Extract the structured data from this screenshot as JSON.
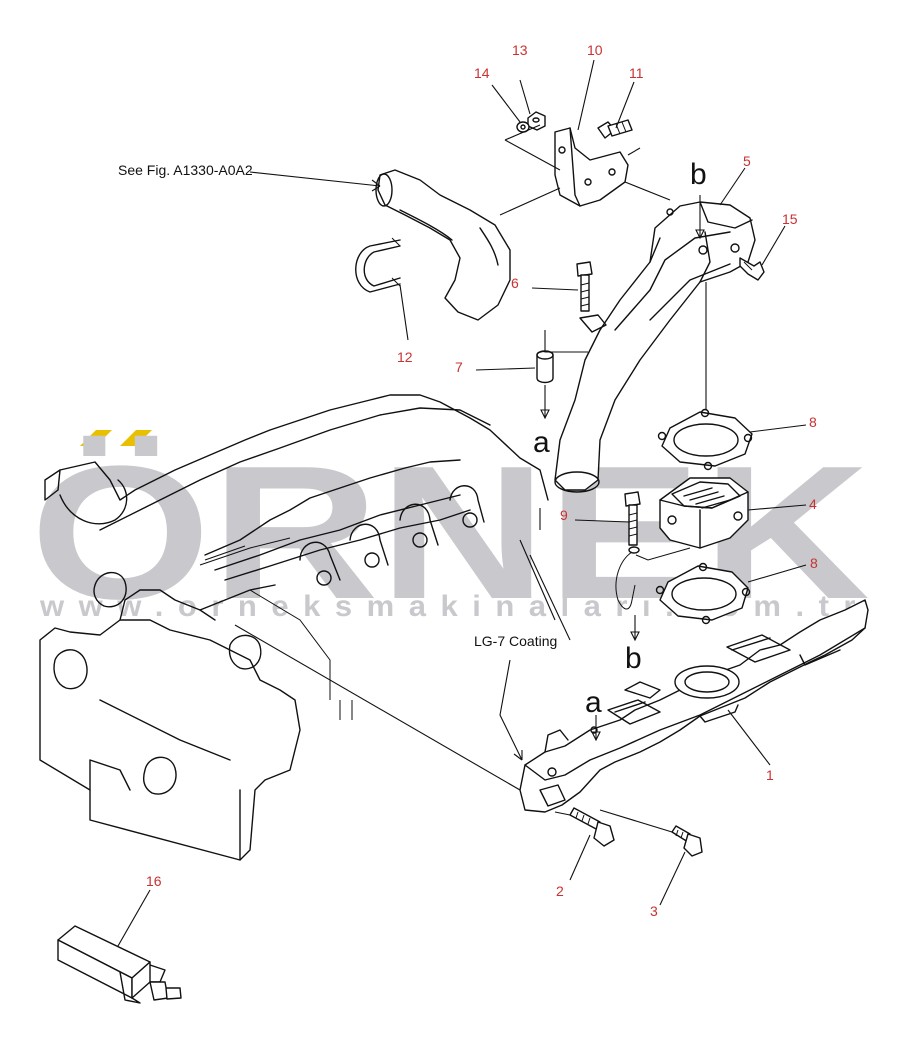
{
  "diagram": {
    "watermark": {
      "brand": "ÖRNEK",
      "url": "www.orneksmakinalari.com.tr",
      "accent_color": "#e8c000",
      "gray_color": "#c9c9cd"
    },
    "references": {
      "see_fig": "See Fig. A1330-A0A2",
      "coating": "LG-7 Coating"
    },
    "connection_marks": {
      "a": "a",
      "b": "b"
    },
    "part_numbers": {
      "p1": "1",
      "p2": "2",
      "p3": "3",
      "p4": "4",
      "p5": "5",
      "p6": "6",
      "p7": "7",
      "p8a": "8",
      "p8b": "8",
      "p9": "9",
      "p10": "10",
      "p11": "11",
      "p12": "12",
      "p13": "13",
      "p14": "14",
      "p15": "15",
      "p16": "16"
    },
    "label_color": "#c83232"
  }
}
